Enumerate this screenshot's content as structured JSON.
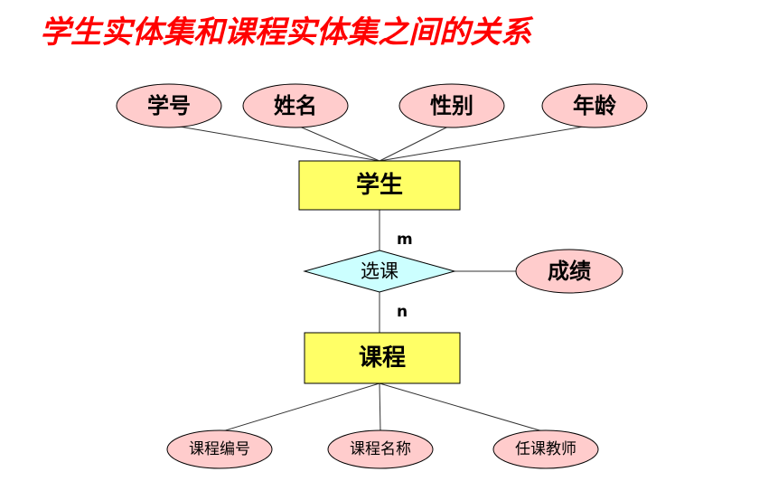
{
  "title": "学生实体集和课程实体集之间的关系",
  "student": {
    "entity": "学生",
    "attributes": [
      "学号",
      "姓名",
      "性别",
      "年龄"
    ]
  },
  "relationship": {
    "name": "选课",
    "attribute": "成绩",
    "card_student": "m",
    "card_course": "n"
  },
  "course": {
    "entity": "课程",
    "attributes": [
      "课程编号",
      "课程名称",
      "任课教师"
    ]
  },
  "colors": {
    "title": "#ff0000",
    "entity_fill": "#ffff66",
    "attribute_fill": "#ffcccc",
    "relationship_fill": "#ccffff",
    "stroke": "#000000"
  }
}
